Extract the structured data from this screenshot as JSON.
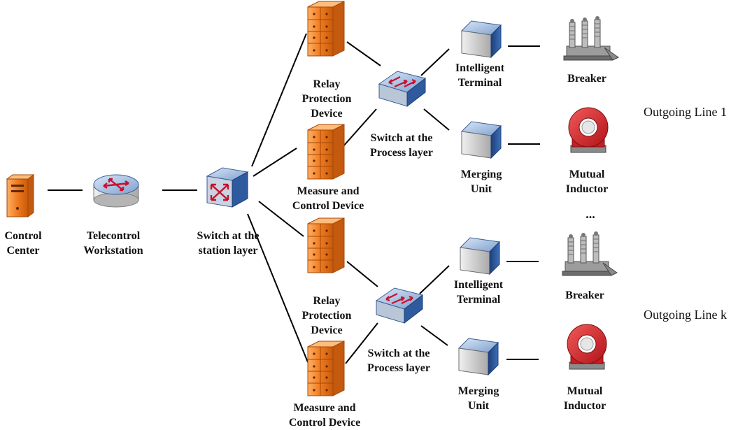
{
  "labels": {
    "control_center": [
      "Control",
      "Center"
    ],
    "telecontrol_workstation": [
      "Telecontrol",
      "Workstation"
    ],
    "switch_station": [
      "Switch at the",
      "station layer"
    ],
    "relay_1": [
      "Relay",
      "Protection",
      "Device"
    ],
    "measure_1": [
      "Measure and",
      "Control Device"
    ],
    "switch_process_1": [
      "Switch at the",
      "Process layer"
    ],
    "intelligent_1": [
      "Intelligent",
      "Terminal"
    ],
    "merging_1": [
      "Merging",
      "Unit"
    ],
    "breaker_1": [
      "Breaker"
    ],
    "inductor_1": [
      "Mutual",
      "Inductor"
    ],
    "relay_k": [
      "Relay",
      "Protection",
      "Device"
    ],
    "measure_k": [
      "Measure and",
      "Control Device"
    ],
    "switch_process_k": [
      "Switch at the",
      "Process layer"
    ],
    "intelligent_k": [
      "Intelligent",
      "Terminal"
    ],
    "merging_k": [
      "Merging",
      "Unit"
    ],
    "breaker_k": [
      "Breaker"
    ],
    "inductor_k": [
      "Mutual",
      "Inductor"
    ]
  },
  "outgoing_line_1": "Outgoing Line 1",
  "outgoing_line_k": "Outgoing Line k",
  "ellipsis": "...",
  "colors": {
    "server_orange": "#f07a1e",
    "switch_blue": "#2e5fa6",
    "inductor_red": "#d8232a",
    "line": "#000000"
  }
}
